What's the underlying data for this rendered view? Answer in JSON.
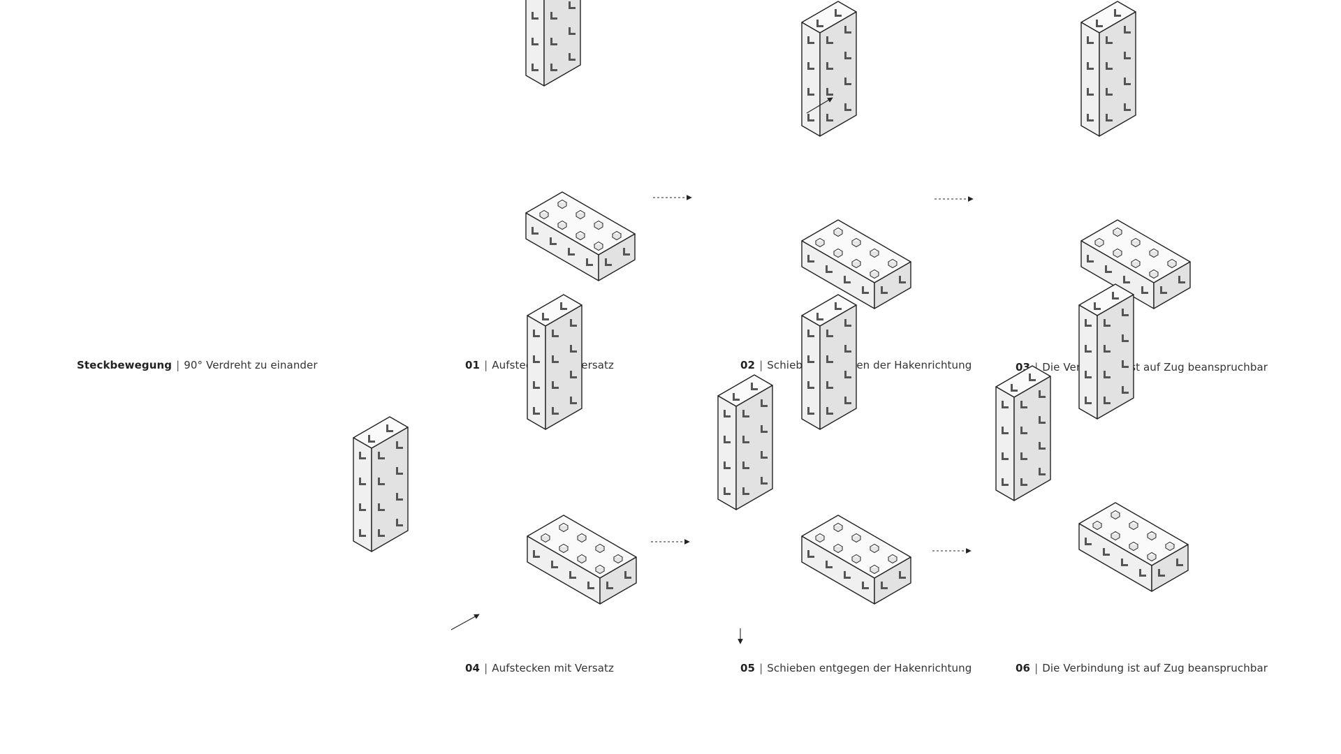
{
  "heading": {
    "title": "Steckbewegung",
    "separator": "|",
    "subtitle": "90° Verdreht zu einander"
  },
  "steps": [
    {
      "num": "01",
      "separator": "|",
      "text": "Aufstecken mit Versatz"
    },
    {
      "num": "02",
      "separator": "|",
      "text": "Schieben entgegen der Hakenrichtung"
    },
    {
      "num": "03",
      "separator": "|",
      "text": "Die Verbindung ist auf Zug beanspruchbar"
    },
    {
      "num": "04",
      "separator": "|",
      "text": "Aufstecken mit Versatz"
    },
    {
      "num": "05",
      "separator": "|",
      "text": "Schieben entgegen der Hakenrichtung"
    },
    {
      "num": "06",
      "separator": "|",
      "text": "Die Verbindung ist auf Zug beanspruchbar"
    }
  ],
  "colors": {
    "line": "#222222",
    "top_face": "#fafafa",
    "left_face": "#f0f0f0",
    "right_face": "#e2e2e2",
    "hole": "#555555"
  }
}
